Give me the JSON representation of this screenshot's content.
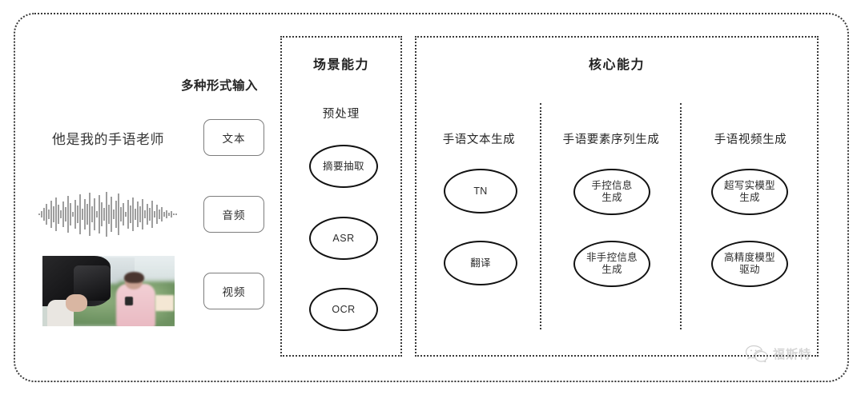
{
  "frame": {
    "accent_border": "#3a3a3a"
  },
  "input_area": {
    "label": "多种形式输入",
    "rows": [
      {
        "sample_kind": "text",
        "sample_text": "他是我的手语老师",
        "chip": "文本"
      },
      {
        "sample_kind": "waveform",
        "sample_text": "",
        "chip": "音频"
      },
      {
        "sample_kind": "image",
        "sample_text": "",
        "chip": "视频"
      }
    ]
  },
  "scene_panel": {
    "title": "场景能力",
    "subtitle": "预处理",
    "nodes": [
      "摘要抽取",
      "ASR",
      "OCR"
    ]
  },
  "core_panel": {
    "title": "核心能力",
    "columns": [
      {
        "header": "手语文本生成",
        "nodes": [
          {
            "line1": "TN",
            "line2": ""
          },
          {
            "line1": "翻译",
            "line2": ""
          }
        ]
      },
      {
        "header": "手语要素序列生成",
        "nodes": [
          {
            "line1": "手控信息",
            "line2": "生成"
          },
          {
            "line1": "非手控信息",
            "line2": "生成"
          }
        ]
      },
      {
        "header": "手语视频生成",
        "nodes": [
          {
            "line1": "超写实模型",
            "line2": "生成"
          },
          {
            "line1": "高精度模型",
            "line2": "驱动"
          }
        ]
      }
    ]
  },
  "watermark": {
    "text": "福斯特",
    "icon": "wechat-icon"
  }
}
